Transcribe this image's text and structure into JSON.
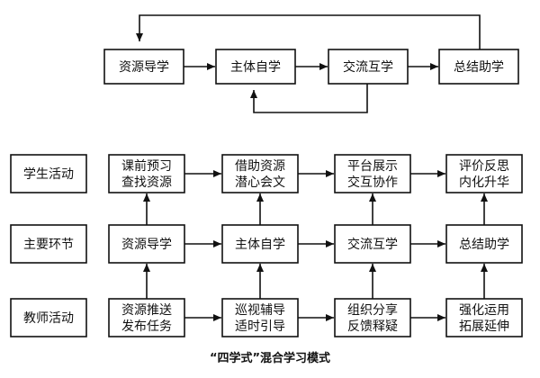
{
  "top_flow": {
    "boxes": [
      "资源导学",
      "主体自学",
      "交流互学",
      "总结助学"
    ]
  },
  "matrix": {
    "row_labels": [
      "学生活动",
      "主要环节",
      "教师活动"
    ],
    "student_activities": [
      [
        "课前预习",
        "查找资源"
      ],
      [
        "借助资源",
        "潜心会文"
      ],
      [
        "平台展示",
        "交互协作"
      ],
      [
        "评价反思",
        "内化升华"
      ]
    ],
    "main_stages": [
      "资源导学",
      "主体自学",
      "交流互学",
      "总结助学"
    ],
    "teacher_activities": [
      [
        "资源推送",
        "发布任务"
      ],
      [
        "巡视辅导",
        "适时引导"
      ],
      [
        "组织分享",
        "反馈释疑"
      ],
      [
        "强化运用",
        "拓展延伸"
      ]
    ]
  },
  "caption": "“四学式”混合学习模式"
}
